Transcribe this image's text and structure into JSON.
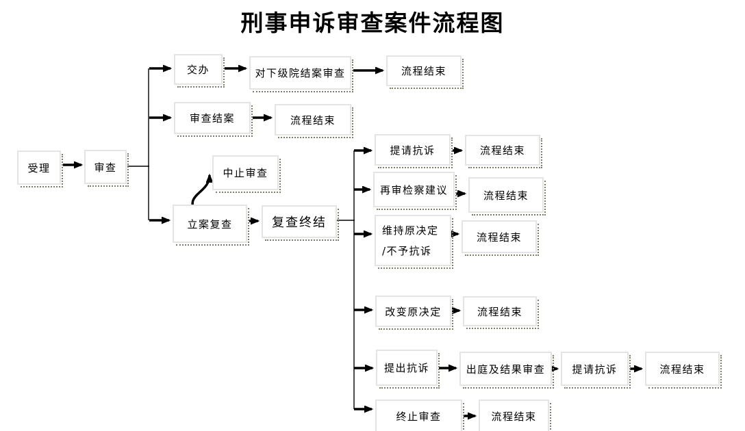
{
  "title": "刑事申诉审查案件流程图",
  "nodes": {
    "accept": "受理",
    "review": "审查",
    "assign": "交办",
    "lower_court_closure_review": "对下级院结案审查",
    "review_closure": "审查结案",
    "suspend_review": "中止审查",
    "case_filing_recheck": "立案复查",
    "recheck_conclusion": "复查终结",
    "request_protest_1": "提请抗诉",
    "retrial_procuratorial_suggestion": "再审检察建议",
    "maintain_original_decision_line1": "维持原决定",
    "maintain_original_decision_line2": "/不予抗诉",
    "change_original_decision": "改变原决定",
    "file_protest": "提出抗诉",
    "court_appearance_result_review": "出庭及结果审查",
    "request_protest_2": "提请抗诉",
    "terminate_review": "终止审查",
    "process_end": "流程结束"
  },
  "edges": [
    {
      "from": "受理",
      "to": "审查"
    },
    {
      "from": "审查",
      "to": "交办"
    },
    {
      "from": "审查",
      "to": "审查结案"
    },
    {
      "from": "审查",
      "to": "立案复查"
    },
    {
      "from": "交办",
      "to": "对下级院结案审查"
    },
    {
      "from": "对下级院结案审查",
      "to": "流程结束"
    },
    {
      "from": "审查结案",
      "to": "流程结束"
    },
    {
      "from": "立案复查",
      "to": "中止审查"
    },
    {
      "from": "立案复查",
      "to": "复查终结"
    },
    {
      "from": "复查终结",
      "to": "提请抗诉"
    },
    {
      "from": "复查终结",
      "to": "再审检察建议"
    },
    {
      "from": "复查终结",
      "to": "维持原决定/不予抗诉"
    },
    {
      "from": "复查终结",
      "to": "改变原决定"
    },
    {
      "from": "复查终结",
      "to": "提出抗诉"
    },
    {
      "from": "复查终结",
      "to": "终止审查"
    },
    {
      "from": "提请抗诉",
      "to": "流程结束"
    },
    {
      "from": "再审检察建议",
      "to": "流程结束"
    },
    {
      "from": "维持原决定/不予抗诉",
      "to": "流程结束"
    },
    {
      "from": "改变原决定",
      "to": "流程结束"
    },
    {
      "from": "提出抗诉",
      "to": "出庭及结果审查"
    },
    {
      "from": "出庭及结果审查",
      "to": "提请抗诉"
    },
    {
      "from": "提请抗诉",
      "to": "流程结束"
    },
    {
      "from": "终止审查",
      "to": "流程结束"
    }
  ],
  "colors": {
    "box_border": "#e4e4e4",
    "shadow_dots": "#7c7c6a",
    "line": "#000000",
    "text": "#000000",
    "background": "#ffffff"
  }
}
